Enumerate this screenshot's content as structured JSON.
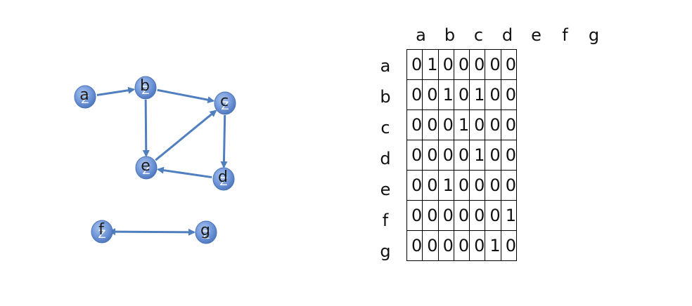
{
  "graph": {
    "nodes": [
      {
        "id": "a",
        "label": "a",
        "sub": "Z"
      },
      {
        "id": "b",
        "label": "b",
        "sub": "Z"
      },
      {
        "id": "c",
        "label": "c",
        "sub": "Z"
      },
      {
        "id": "d",
        "label": "d",
        "sub": "Z"
      },
      {
        "id": "e",
        "label": "e",
        "sub": "Z"
      },
      {
        "id": "f",
        "label": "f",
        "sub": "Z"
      },
      {
        "id": "g",
        "label": "g",
        "sub": "Z"
      }
    ],
    "edges": [
      {
        "from": "a",
        "to": "b",
        "directed": true
      },
      {
        "from": "b",
        "to": "c",
        "directed": true
      },
      {
        "from": "b",
        "to": "e",
        "directed": true
      },
      {
        "from": "c",
        "to": "d",
        "directed": true
      },
      {
        "from": "d",
        "to": "e",
        "directed": true
      },
      {
        "from": "e",
        "to": "c",
        "directed": true
      },
      {
        "from": "f",
        "to": "g",
        "directed": true,
        "bidirectional": true
      }
    ],
    "colors": {
      "node_fill": "#6f95d8",
      "node_edge": "#4a72b8",
      "edge": "#4f7fbf"
    }
  },
  "matrix": {
    "columns": [
      "a",
      "b",
      "c",
      "d",
      "e",
      "f",
      "g"
    ],
    "rows": [
      {
        "label": "a",
        "values": [
          "0",
          "1",
          "0",
          "0",
          "0",
          "0",
          "0"
        ]
      },
      {
        "label": "b",
        "values": [
          "0",
          "0",
          "1",
          "0",
          "1",
          "0",
          "0"
        ]
      },
      {
        "label": "c",
        "values": [
          "0",
          "0",
          "0",
          "1",
          "0",
          "0",
          "0"
        ]
      },
      {
        "label": "d",
        "values": [
          "0",
          "0",
          "0",
          "0",
          "1",
          "0",
          "0"
        ]
      },
      {
        "label": "e",
        "values": [
          "0",
          "0",
          "1",
          "0",
          "0",
          "0",
          "0"
        ]
      },
      {
        "label": "f",
        "values": [
          "0",
          "0",
          "0",
          "0",
          "0",
          "0",
          "1"
        ]
      },
      {
        "label": "g",
        "values": [
          "0",
          "0",
          "0",
          "0",
          "0",
          "1",
          "0"
        ]
      }
    ]
  }
}
